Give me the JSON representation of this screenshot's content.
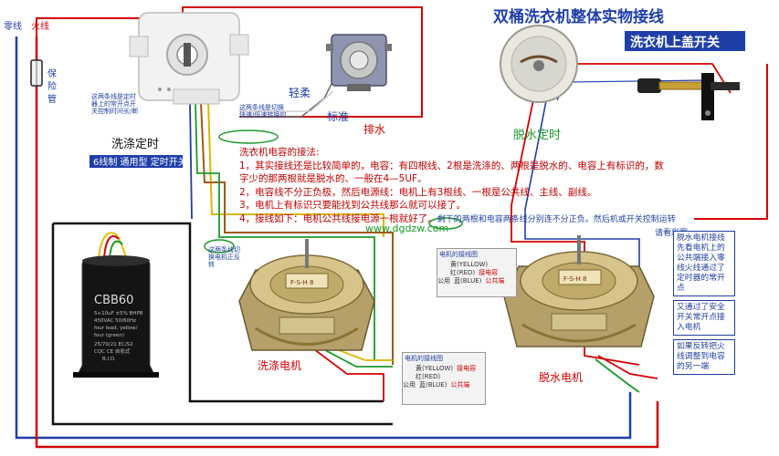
{
  "title": "双桶洗衣机整体实物接线",
  "lid_switch_title": "洗衣机上盖开关",
  "website": "www.dgdzw.com",
  "wires": {
    "neutral": "零线",
    "live": "火线"
  },
  "fuse": {
    "c1": "保",
    "c2": "险",
    "c3": "管"
  },
  "labels": {
    "wash_timer": "洗涤定时",
    "wash_timer_badge": "6线制 通用型 定时开关",
    "gentle": "轻柔",
    "standard": "标准",
    "drain": "排水",
    "spin_timer": "脱水定时",
    "wash_motor": "洗涤电机",
    "spin_motor": "脱水电机"
  },
  "notes_small": {
    "wash_timer_1": "这两条线是定时",
    "wash_timer_2": "器上的常开点开",
    "wash_timer_3": "关控制时间长/断",
    "switch_1": "这两条线是切换",
    "switch_2": "快速/低速转换的",
    "reverse_1": "这两条线切",
    "reverse_2": "换电机正反",
    "reverse_3": "转"
  },
  "notes": {
    "heading": "洗衣机电容的接法:",
    "n1a": "1，其实接线还是比较简单的，电容：有四根线、2根是洗涤的、两根是脱水的、电容上有标识的，数",
    "n1b": "字少的那两根就是脱水的、一般在4—5UF。",
    "n2": "2，电容线不分正负极，然后电源线：电机上有3根线、一根是公共线、主线、副线。",
    "n3": "3，电机上有标识只要能找到公共线那么就可以接了。",
    "n4": "4，接线如下：电机公共线接电源一根就好了。",
    "n4_tail": "剩下的两根和电容两条线分别连不分正负。然后机或开关控制运转",
    "n4_tail2": "请看彩图。"
  },
  "side_notes": {
    "block1": "脱水电机接线先看电机上的公共端接入零线火线通过了定时器的常开点",
    "block2": "又通过了安全开关常开点接入电机",
    "block3": "如果反转把火线调整到电容的另一端"
  },
  "legend": {
    "title": "电机的接线图",
    "yellow": "黄(YELLOW)",
    "red": "红(RED)",
    "blue": "蓝(BLUE)",
    "common": "公用",
    "cap": "接电容",
    "common_end": "公共端"
  },
  "capacitor": {
    "model": "CBB60",
    "spec1": "5+10uF ±5% BHPB",
    "spec2": "450VAC 50/60Hz",
    "spec3": "four lead, yellow/",
    "spec4": "four (green)",
    "spec5": "25/70/21 EC/S2",
    "spec6": "CQC CE 自愈式",
    "spec7": "B.I.D."
  },
  "motor_plate": "F-S-H 8"
}
